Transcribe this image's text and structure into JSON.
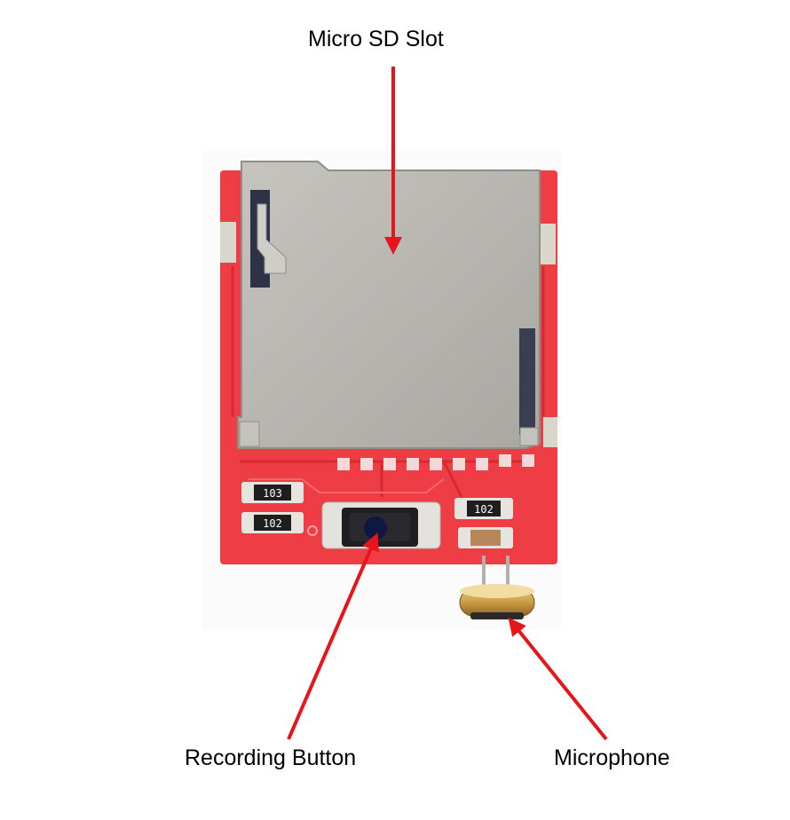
{
  "labels": {
    "sd_slot": "Micro SD Slot",
    "record_button": "Recording Button",
    "microphone": "Microphone"
  },
  "resistor_codes": {
    "top_left": "103",
    "bottom_left": "102",
    "right": "102"
  },
  "colors": {
    "arrow": "#e8141c",
    "board": "#ef3d45",
    "board_dark": "#d42a33",
    "metal": "#b4b2ad",
    "metal_light": "#cfcdc8",
    "text": "#000000"
  }
}
